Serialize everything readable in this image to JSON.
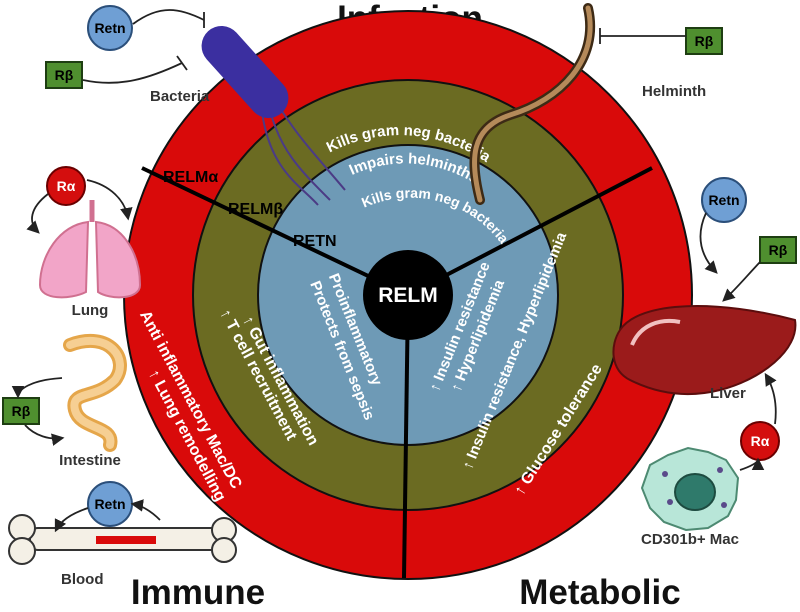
{
  "sections": {
    "infection": "Infection",
    "immune": "Immune",
    "metabolic": "Metabolic"
  },
  "center": "RELM",
  "ring_labels": {
    "relm_alpha": "RELMα",
    "relm_beta": "RELMβ",
    "retn": "RETN"
  },
  "infection_text": {
    "olive": [
      "Kills gram neg bacteria",
      "Impairs helminths"
    ],
    "blue": "Kills gram neg bacteria"
  },
  "immune_text": {
    "red_1": "↑ Lung remodelling",
    "red_2": "Anti inflammatory Mac/DC",
    "olive_1": "↑ Gut inflammation",
    "olive_2": "↑ T cell recruitment",
    "blue_1": "Proinflammatory",
    "blue_2": "Protects from sepsis"
  },
  "metabolic_text": {
    "red": "↑ Glucose tolerance",
    "olive": "↑ Insulin resistance, Hyperlipidemia",
    "blue_1": "↑ Insulin resistance",
    "blue_2": "↑ Hyperlipidemia"
  },
  "organs": {
    "bacteria": "Bacteria",
    "helminth": "Helminth",
    "lung": "Lung",
    "intestine": "Intestine",
    "blood": "Blood",
    "liver": "Liver",
    "mac": "CD301b+ Mac"
  },
  "molecules": {
    "retn": "Retn",
    "rbeta": "Rβ",
    "ralpha": "Rα"
  },
  "colors": {
    "outer_ring": "#d90a0a",
    "middle_ring": "#6b6b22",
    "inner_ring": "#6e9ab6",
    "center": "#000000",
    "retn_node": "#6f9fd4",
    "rbeta_node": "#4f8f2f",
    "ralpha_node": "#d40e0e"
  }
}
